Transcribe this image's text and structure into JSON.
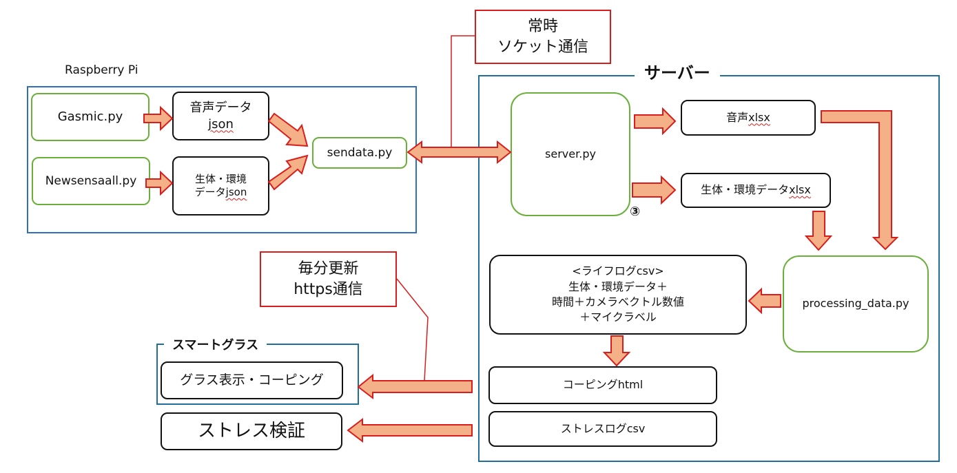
{
  "raspberry": {
    "label": "Raspberry Pi",
    "gasmic": "Gasmic.py",
    "newsens": "Newsensaall.py",
    "audio_json_1": "音声データ",
    "audio_json_2": "json",
    "bio_json_1": "生体・環境",
    "bio_json_2_a": "データ",
    "bio_json_2_b": "json",
    "sendata": "sendata.py"
  },
  "socket_note": {
    "line1": "常時",
    "line2": "ソケット通信"
  },
  "server": {
    "title": "サーバー",
    "serverpy": "server.py",
    "marker": "③",
    "audio_xlsx_a": "音声",
    "audio_xlsx_b": "xlsx",
    "bio_xlsx_a": "生体・環境データ",
    "bio_xlsx_b": "xlsx",
    "lifelog_1": "<ライフログcsv>",
    "lifelog_2": "生体・環境データ＋",
    "lifelog_3": "時間＋カメラベクトル数値",
    "lifelog_4": "＋マイクラベル",
    "processing": "processing_data.py",
    "coping_html": "コーピングhtml",
    "stress_csv": "ストレスログcsv"
  },
  "https_note": {
    "line1": "毎分更新",
    "line2": "https通信"
  },
  "glasses": {
    "title": "スマートグラス",
    "display": "グラス表示・コーピング"
  },
  "stress_verify": "ストレス検証",
  "colors": {
    "arrow_fill": "#f4b087",
    "arrow_stroke": "#d91c1c",
    "green": "#6aaf3a",
    "blue": "#2e6fbf"
  }
}
